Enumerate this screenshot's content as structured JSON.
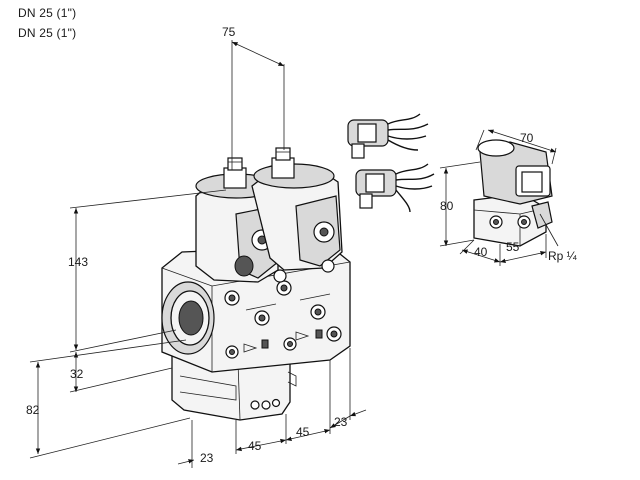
{
  "header": {
    "line1": "DN 25 (1\")",
    "line2": "DN 25 (1\")"
  },
  "dimensions": {
    "top_width": "75",
    "height_total": "143",
    "height_lower": "32",
    "height_base": "82",
    "depth_bottom": "23",
    "width_left": "45",
    "width_right": "45",
    "depth_right": "23"
  },
  "solenoid": {
    "width": "70",
    "height": "80",
    "base_depth": "40",
    "base_width": "55",
    "thread": "Rp ¼"
  }
}
